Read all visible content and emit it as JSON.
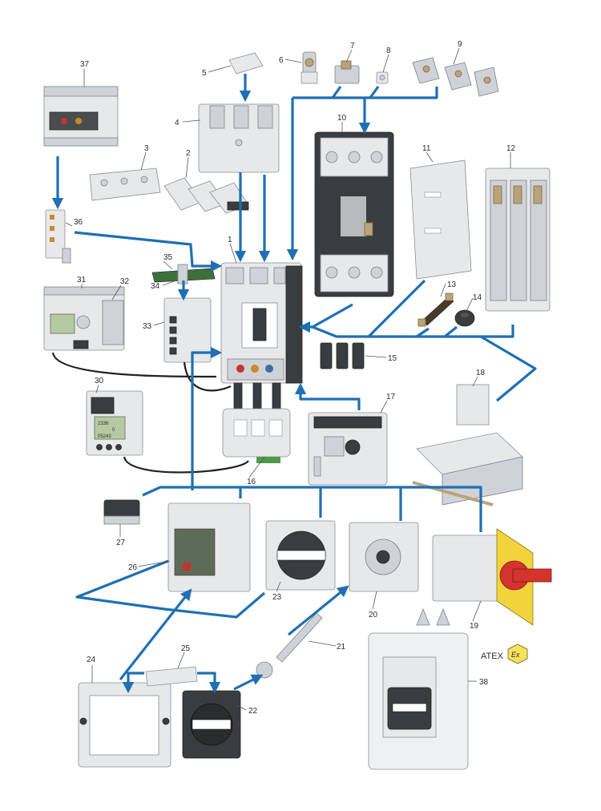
{
  "parts": [
    {
      "id": "1",
      "label": "1"
    },
    {
      "id": "2",
      "label": "2"
    },
    {
      "id": "3",
      "label": "3"
    },
    {
      "id": "4",
      "label": "4"
    },
    {
      "id": "5",
      "label": "5"
    },
    {
      "id": "6",
      "label": "6"
    },
    {
      "id": "7",
      "label": "7"
    },
    {
      "id": "8",
      "label": "8"
    },
    {
      "id": "9",
      "label": "9"
    },
    {
      "id": "10",
      "label": "10"
    },
    {
      "id": "11",
      "label": "11"
    },
    {
      "id": "12",
      "label": "12"
    },
    {
      "id": "13",
      "label": "13"
    },
    {
      "id": "14",
      "label": "14"
    },
    {
      "id": "15",
      "label": "15"
    },
    {
      "id": "16",
      "label": "16"
    },
    {
      "id": "17",
      "label": "17"
    },
    {
      "id": "18",
      "label": "18"
    },
    {
      "id": "19",
      "label": "19"
    },
    {
      "id": "20",
      "label": "20"
    },
    {
      "id": "21",
      "label": "21"
    },
    {
      "id": "22",
      "label": "22"
    },
    {
      "id": "23",
      "label": "23"
    },
    {
      "id": "24",
      "label": "24"
    },
    {
      "id": "25",
      "label": "25"
    },
    {
      "id": "26",
      "label": "26"
    },
    {
      "id": "27",
      "label": "27"
    },
    {
      "id": "30",
      "label": "30"
    },
    {
      "id": "31",
      "label": "31"
    },
    {
      "id": "32",
      "label": "32"
    },
    {
      "id": "33",
      "label": "33"
    },
    {
      "id": "34",
      "label": "34"
    },
    {
      "id": "35",
      "label": "35"
    },
    {
      "id": "36",
      "label": "36"
    },
    {
      "id": "37",
      "label": "37"
    },
    {
      "id": "38",
      "label": "38"
    }
  ],
  "atex_badge": {
    "text": "ATEX",
    "symbol": "Ex"
  },
  "meter_display": {
    "line1": "2336",
    "line2": "0",
    "line3": "05243"
  },
  "colors": {
    "flow": "#1f6fb5",
    "atex": "#f3e35a"
  }
}
